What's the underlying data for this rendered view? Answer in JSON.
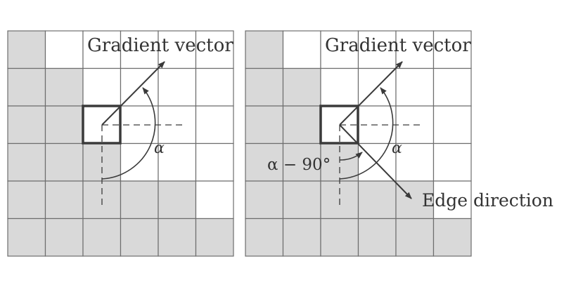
{
  "colors": {
    "shaded": "#d9d9d9",
    "white": "#ffffff",
    "grid": "#6e6e6e",
    "ink": "#3a3a3a"
  },
  "panels": [
    {
      "grid": [
        [
          1,
          0,
          0,
          0,
          0,
          0
        ],
        [
          1,
          1,
          0,
          0,
          0,
          0
        ],
        [
          1,
          1,
          0,
          0,
          0,
          0
        ],
        [
          1,
          1,
          1,
          0,
          0,
          0
        ],
        [
          1,
          1,
          1,
          1,
          1,
          0
        ],
        [
          1,
          1,
          1,
          1,
          1,
          1
        ]
      ],
      "labels": {
        "gradient": "Gradient vector",
        "alpha": "α"
      }
    },
    {
      "grid": [
        [
          1,
          0,
          0,
          0,
          0,
          0
        ],
        [
          1,
          1,
          0,
          0,
          0,
          0
        ],
        [
          1,
          1,
          0,
          0,
          0,
          0
        ],
        [
          1,
          1,
          1,
          0,
          0,
          0
        ],
        [
          1,
          1,
          1,
          1,
          1,
          0
        ],
        [
          1,
          1,
          1,
          1,
          1,
          1
        ]
      ],
      "labels": {
        "gradient": "Gradient vector",
        "alpha": "α",
        "alpha_minus": "α − 90°",
        "edge": "Edge direction"
      }
    }
  ]
}
